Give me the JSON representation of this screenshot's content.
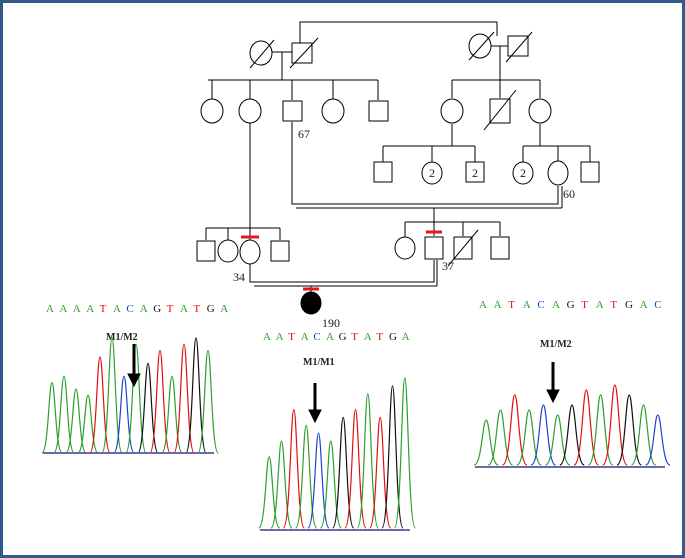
{
  "pedigree": {
    "counts": {
      "aunts_group": "2",
      "uncles_group": "2",
      "maternal_group": "2"
    },
    "labels": {
      "grandfather_age": "67",
      "grandmother_age": "60",
      "mother_id": "34",
      "father_id": "37",
      "proband_id": "190"
    }
  },
  "traces": [
    {
      "genotype": "M1/M2",
      "sequence": [
        "A",
        "A",
        "A",
        "A",
        "T",
        "A",
        "C",
        "A",
        "G",
        "T",
        "A",
        "T",
        "G",
        "A"
      ]
    },
    {
      "genotype": "M1/M1",
      "sequence": [
        "A",
        "A",
        "T",
        "A",
        "C",
        "A",
        "G",
        "T",
        "A",
        "T",
        "G",
        "A"
      ]
    },
    {
      "genotype": "M1/M2",
      "sequence": [
        "A",
        "A",
        "T",
        "A",
        "C",
        "A",
        "G",
        "T",
        "A",
        "T",
        "G",
        "A",
        "C"
      ]
    }
  ],
  "colors": {
    "frame": "#2f5a8a",
    "marker": "#e0191b",
    "A": "#2ca02c",
    "C": "#1f3fd0",
    "G": "#111111",
    "T": "#e01010"
  }
}
